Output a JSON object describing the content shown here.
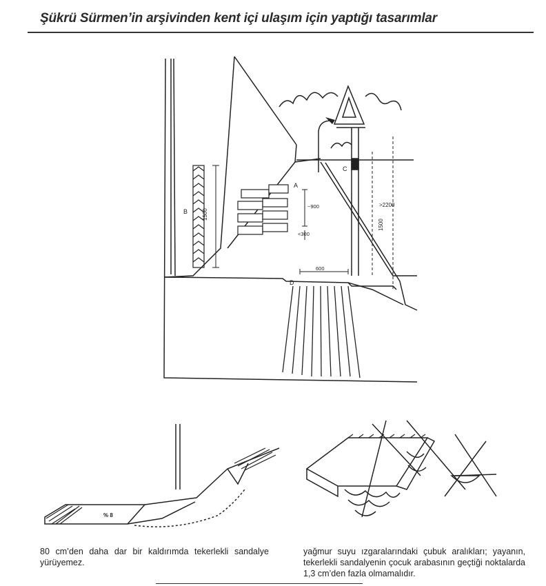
{
  "page": {
    "title": "Şükrü Sürmen’in arşivinden kent içi ulaşım için yaptığı tasarımlar"
  },
  "main_figure": {
    "labels": {
      "a": "A",
      "b": "B",
      "c": "C",
      "d": "D",
      "dim_1500_left": "1500",
      "dim_900": "~900",
      "dim_300": "<300",
      "dim_2200": ">2200",
      "dim_1500_right": "1500",
      "dim_600": "600"
    }
  },
  "ramp_figure": {
    "label": "% 8",
    "caption": "80 cm’den daha dar bir kaldırımda tekerlekli sandalye yürüyemez."
  },
  "grate_figure": {
    "caption": "yağmur suyu ızgaralarındaki çubuk aralıkları; yayanın, tekerlekli sandalyenin çocuk arabasının geçtiği noktalarda 1,3 cm’den fazla olmamalıdır."
  }
}
